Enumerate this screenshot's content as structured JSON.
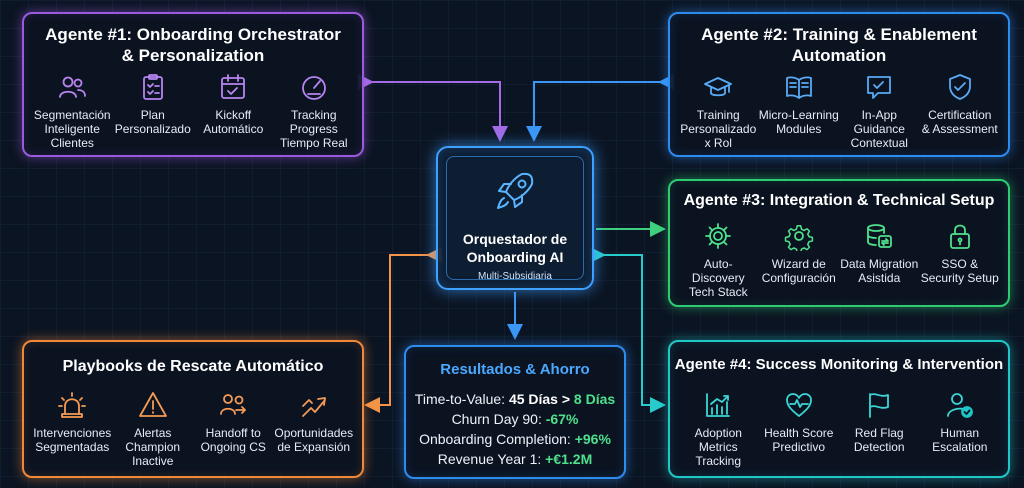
{
  "center": {
    "title_line1": "Orquestador de",
    "title_line2": "Onboarding AI",
    "subtitle": "Multi-Subsidiaria",
    "icon": "rocket-icon"
  },
  "agent1": {
    "title_line1": "Agente #1: Onboarding Orchestrator",
    "title_line2": "& Personalization",
    "items": [
      {
        "label": "Segmentación\nInteligente\nClientes",
        "icon": "users-icon"
      },
      {
        "label": "Plan\nPersonalizado",
        "icon": "clipboard-checklist-icon"
      },
      {
        "label": "Kickoff\nAutomático",
        "icon": "calendar-check-icon"
      },
      {
        "label": "Tracking\nProgress\nTiempo Real",
        "icon": "gauge-icon"
      }
    ]
  },
  "agent2": {
    "title_line1": "Agente #2: Training & Enablement",
    "title_line2": "Automation",
    "items": [
      {
        "label": "Training\nPersonalizado\nx Rol",
        "icon": "graduation-cap-icon"
      },
      {
        "label": "Micro-Learning\nModules",
        "icon": "book-icon"
      },
      {
        "label": "In-App\nGuidance\nContextual",
        "icon": "chat-check-icon"
      },
      {
        "label": "Certification\n& Assessment",
        "icon": "shield-check-icon"
      }
    ]
  },
  "agent3": {
    "title": "Agente #3: Integration & Technical Setup",
    "items": [
      {
        "label": "Auto-Discovery\nTech Stack",
        "icon": "gear-icon"
      },
      {
        "label": "Wizard de\nConfiguración",
        "icon": "settings-icon"
      },
      {
        "label": "Data Migration\nAsistida",
        "icon": "database-transfer-icon"
      },
      {
        "label": "SSO &\nSecurity Setup",
        "icon": "lock-icon"
      }
    ]
  },
  "agent4": {
    "title": "Agente #4: Success Monitoring & Intervention",
    "items": [
      {
        "label": "Adoption\nMetrics Tracking",
        "icon": "bar-chart-trend-icon"
      },
      {
        "label": "Health Score\nPredictivo",
        "icon": "heart-pulse-icon"
      },
      {
        "label": "Red Flag\nDetection",
        "icon": "flag-icon"
      },
      {
        "label": "Human\nEscalation",
        "icon": "user-check-icon"
      }
    ]
  },
  "playbooks": {
    "title": "Playbooks de Rescate Automático",
    "items": [
      {
        "label": "Intervenciones\nSegmentadas",
        "icon": "siren-icon"
      },
      {
        "label": "Alertas\nChampion\nInactive",
        "icon": "warning-icon"
      },
      {
        "label": "Handoff to\nOngoing CS",
        "icon": "user-handoff-icon"
      },
      {
        "label": "Oportunidades\nde Expansión",
        "icon": "growth-arrow-icon"
      }
    ]
  },
  "results": {
    "title": "Resultados & Ahorro",
    "lines": [
      {
        "label": "Time-to-Value: ",
        "value": "45 Días > 8 Días"
      },
      {
        "label": "Churn Day 90: ",
        "value": "-67%"
      },
      {
        "label": "Onboarding Completion: ",
        "value": "+96%"
      },
      {
        "label": "Revenue Year 1: ",
        "value": "+€1.2M"
      }
    ]
  },
  "colors": {
    "purple": "#9b59e0",
    "blue": "#2d8cf0",
    "green": "#2ecc71",
    "orange": "#f0883a",
    "teal": "#1fc7c7",
    "highlight": "#4fe08c",
    "background": "#0b1422"
  }
}
